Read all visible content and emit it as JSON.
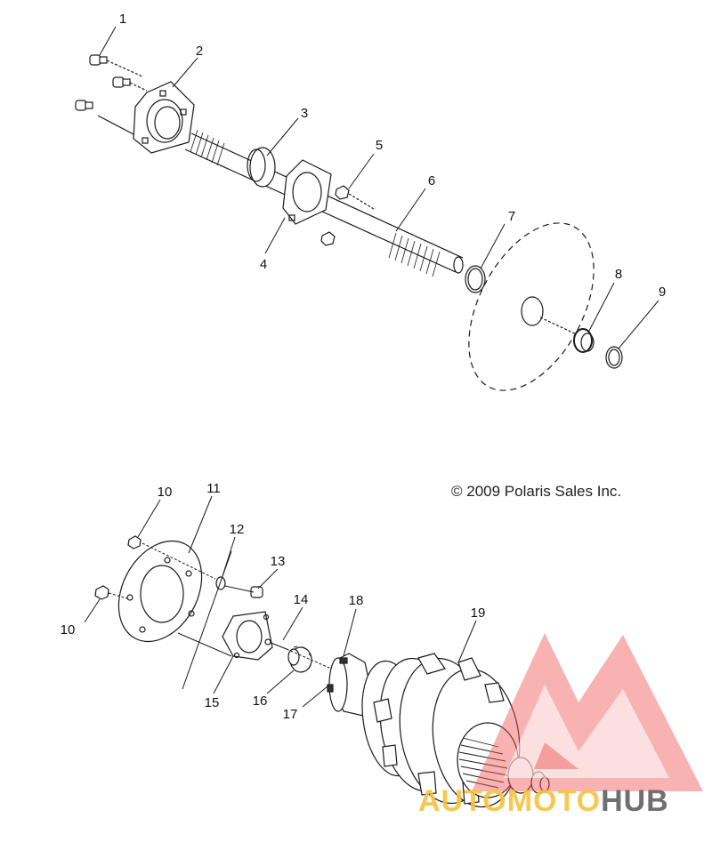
{
  "callouts": [
    {
      "id": "1",
      "text": "1"
    },
    {
      "id": "2",
      "text": "2"
    },
    {
      "id": "3",
      "text": "3"
    },
    {
      "id": "4",
      "text": "4"
    },
    {
      "id": "5",
      "text": "5"
    },
    {
      "id": "6",
      "text": "6"
    },
    {
      "id": "7",
      "text": "7"
    },
    {
      "id": "8",
      "text": "8"
    },
    {
      "id": "9",
      "text": "9"
    },
    {
      "id": "10a",
      "text": "10"
    },
    {
      "id": "10b",
      "text": "10"
    },
    {
      "id": "11",
      "text": "11"
    },
    {
      "id": "12",
      "text": "12"
    },
    {
      "id": "13",
      "text": "13"
    },
    {
      "id": "14",
      "text": "14"
    },
    {
      "id": "15",
      "text": "15"
    },
    {
      "id": "16",
      "text": "16"
    },
    {
      "id": "17",
      "text": "17"
    },
    {
      "id": "18",
      "text": "18"
    },
    {
      "id": "19",
      "text": "19"
    }
  ],
  "copyright": "© 2009 Polaris Sales Inc.",
  "watermark": {
    "part1": "AUTOMOTO",
    "part2": "HUB",
    "color_part1": "#f6c23e",
    "color_part2": "#6f6f6f",
    "logo_color": "#ef5a5a"
  }
}
